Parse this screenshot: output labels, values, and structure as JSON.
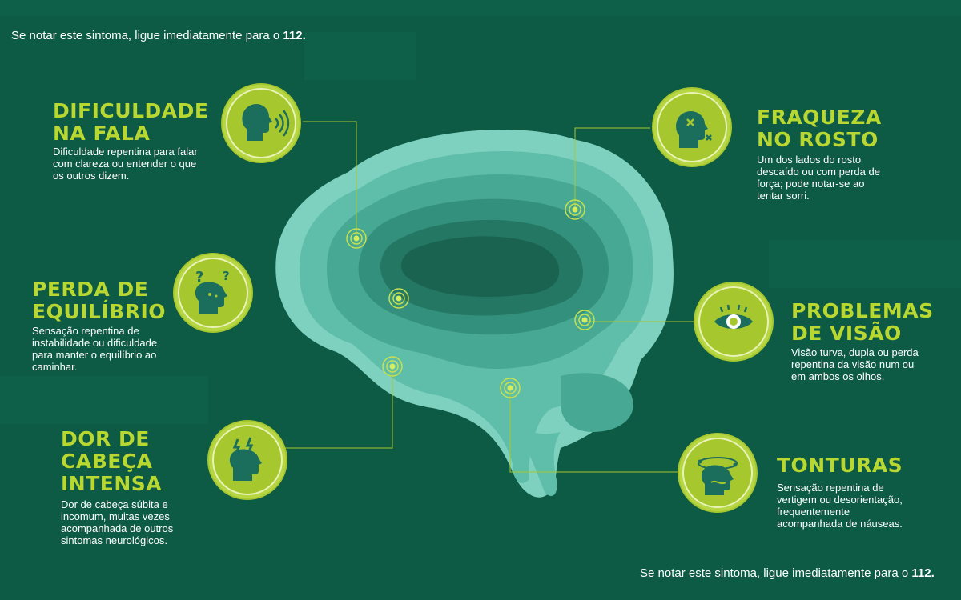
{
  "notice": {
    "text": "Se notar este sintoma, ligue imediatamente para o ",
    "number": "112."
  },
  "colors": {
    "background": "#0d5a45",
    "accent": "#b8d730",
    "brain_light": "#7fd1bf",
    "brain_dark": "#1c6e5a"
  },
  "symptoms": {
    "speech": {
      "title_1": "DIFICULDADE",
      "title_2": "NA FALA",
      "desc_1": "Dificuldade repentina para falar",
      "desc_2": "com clareza ou entender o que",
      "desc_3": "os outros dizem.",
      "icon": "speaking-head-icon"
    },
    "balance": {
      "title_1": "PERDA DE",
      "title_2": "EQUILÍBRIO",
      "desc_1": "Sensação repentina de",
      "desc_2": "instabilidade ou dificuldade",
      "desc_3": "para manter o equilíbrio ao",
      "desc_4": "caminhar.",
      "icon": "confused-head-icon"
    },
    "headache": {
      "title_1": "DOR DE",
      "title_2": "CABEÇA",
      "title_3": "INTENSA",
      "desc_1": "Dor de cabeça súbita e",
      "desc_2": "incomum, muitas vezes",
      "desc_3": "acompanhada de outros",
      "desc_4": "sintomas neurológicos.",
      "icon": "headache-icon"
    },
    "face": {
      "title_1": "FRAQUEZA",
      "title_2": "NO ROSTO",
      "desc_1": "Um dos lados do rosto",
      "desc_2": "descaído ou com perda de",
      "desc_3": "força; pode notar-se ao",
      "desc_4": "tentar sorri.",
      "icon": "face-weakness-icon"
    },
    "vision": {
      "title_1": "PROBLEMAS",
      "title_2": "DE VISÃO",
      "desc_1": "Visão turva, dupla ou perda",
      "desc_2": "repentina da visão num ou",
      "desc_3": "em ambos os olhos.",
      "icon": "eye-icon"
    },
    "dizziness": {
      "title_1": "TONTURAS",
      "desc_1": "Sensação repentina de",
      "desc_2": "vertigem ou desorientação,",
      "desc_3": "frequentemente",
      "desc_4": "acompanhada de náuseas.",
      "icon": "dizzy-head-icon"
    }
  }
}
